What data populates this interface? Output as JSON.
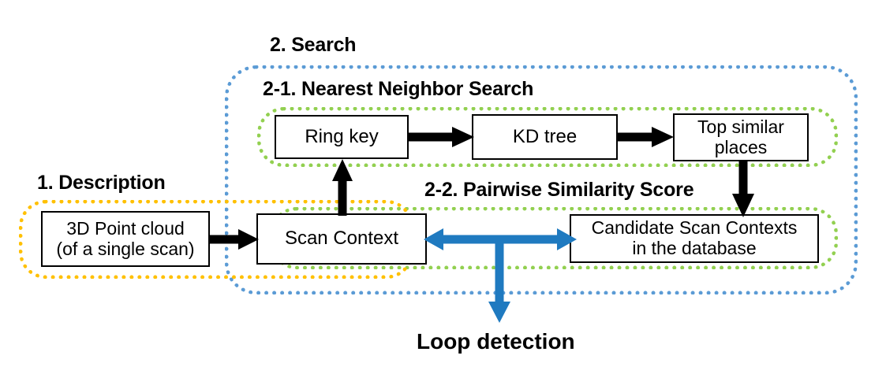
{
  "diagram": {
    "title_text_bottom": "Loop detection",
    "colors": {
      "search_group": "#5b9bd5",
      "nn_group": "#92d050",
      "pairwise_group": "#92d050",
      "description_group": "#ffc000",
      "flow_arrow": "#000000",
      "similarity_arrow": "#1f7ac0",
      "box_border": "#000000",
      "background": "#ffffff"
    },
    "groups": [
      {
        "id": "search",
        "label": "2. Search"
      },
      {
        "id": "nn",
        "label": "2-1. Nearest Neighbor Search"
      },
      {
        "id": "pairwise",
        "label": "2-2. Pairwise Similarity Score"
      },
      {
        "id": "description",
        "label": "1. Description"
      }
    ],
    "nodes": [
      {
        "id": "point-cloud",
        "line1": "3D Point cloud",
        "line2": "(of a single scan)"
      },
      {
        "id": "scan-context",
        "line1": "Scan Context",
        "line2": ""
      },
      {
        "id": "ring-key",
        "line1": "Ring key",
        "line2": ""
      },
      {
        "id": "kd-tree",
        "line1": "KD tree",
        "line2": ""
      },
      {
        "id": "top-similar",
        "line1": "Top similar",
        "line2": "places"
      },
      {
        "id": "candidate-scan",
        "line1": "Candidate Scan Contexts",
        "line2": "in the database"
      }
    ],
    "arrows": [
      {
        "id": "pointcloud-to-scancontext",
        "from": "3D Point cloud",
        "to": "Scan Context",
        "color": "#000000",
        "direction": "right"
      },
      {
        "id": "scancontext-to-ringkey",
        "from": "Scan Context",
        "to": "Ring key",
        "color": "#000000",
        "direction": "up"
      },
      {
        "id": "ringkey-to-kdtree",
        "from": "Ring key",
        "to": "KD tree",
        "color": "#000000",
        "direction": "right"
      },
      {
        "id": "kdtree-to-topsimilar",
        "from": "KD tree",
        "to": "Top similar places",
        "color": "#000000",
        "direction": "right"
      },
      {
        "id": "topsimilar-to-candidate",
        "from": "Top similar places",
        "to": "Candidate Scan Contexts in the database",
        "color": "#000000",
        "direction": "down"
      },
      {
        "id": "pairwise-compare",
        "from": "Scan Context",
        "to": "Candidate Scan Contexts in the database",
        "color": "#1f7ac0",
        "direction": "both"
      },
      {
        "id": "to-loop-detection",
        "from": "Pairwise Similarity Score",
        "to": "Loop detection",
        "color": "#1f7ac0",
        "direction": "down"
      }
    ]
  }
}
